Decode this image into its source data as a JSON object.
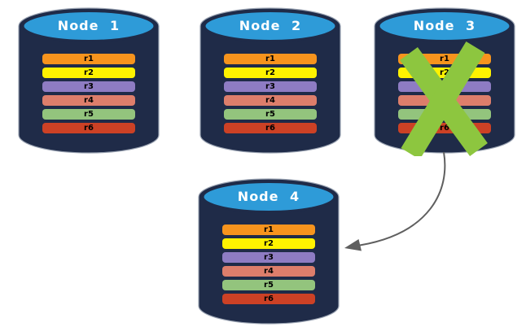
{
  "colors": {
    "cylinder_body": "#1F2B48",
    "cylinder_outline": "#9AA3B2",
    "lid_fill": "#2E9BD8",
    "title_text": "#FFFFFF",
    "bar_text": "#000000",
    "x_mark": "#8DC63F",
    "arrow": "#5F5F5F"
  },
  "nodes": [
    {
      "title": "Node 1",
      "bars": [
        {
          "label": "r1",
          "color": "#F7941D"
        },
        {
          "label": "r2",
          "color": "#FFF200"
        },
        {
          "label": "r3",
          "color": "#8E7CC3"
        },
        {
          "label": "r4",
          "color": "#DD7E6B"
        },
        {
          "label": "r5",
          "color": "#93C47D"
        },
        {
          "label": "r6",
          "color": "#CC4125"
        }
      ]
    },
    {
      "title": "Node 2",
      "bars": [
        {
          "label": "r1",
          "color": "#F7941D"
        },
        {
          "label": "r2",
          "color": "#FFF200"
        },
        {
          "label": "r3",
          "color": "#8E7CC3"
        },
        {
          "label": "r4",
          "color": "#DD7E6B"
        },
        {
          "label": "r5",
          "color": "#93C47D"
        },
        {
          "label": "r6",
          "color": "#CC4125"
        }
      ]
    },
    {
      "title": "Node 3",
      "bars": [
        {
          "label": "r1",
          "color": "#F7941D"
        },
        {
          "label": "r2",
          "color": "#FFF200"
        },
        {
          "label": "r3",
          "color": "#8E7CC3"
        },
        {
          "label": "r4",
          "color": "#DD7E6B"
        },
        {
          "label": "r5",
          "color": "#93C47D"
        },
        {
          "label": "r6",
          "color": "#CC4125"
        }
      ]
    },
    {
      "title": "Node 4",
      "bars": [
        {
          "label": "r1",
          "color": "#F7941D"
        },
        {
          "label": "r2",
          "color": "#FFF200"
        },
        {
          "label": "r3",
          "color": "#8E7CC3"
        },
        {
          "label": "r4",
          "color": "#DD7E6B"
        },
        {
          "label": "r5",
          "color": "#93C47D"
        },
        {
          "label": "r6",
          "color": "#CC4125"
        }
      ]
    }
  ],
  "annotations": {
    "x_mark": {
      "symbol": "X",
      "on_node": "Node 3"
    },
    "arrow": {
      "from_node": "Node 3",
      "to_node": "Node 4"
    }
  }
}
